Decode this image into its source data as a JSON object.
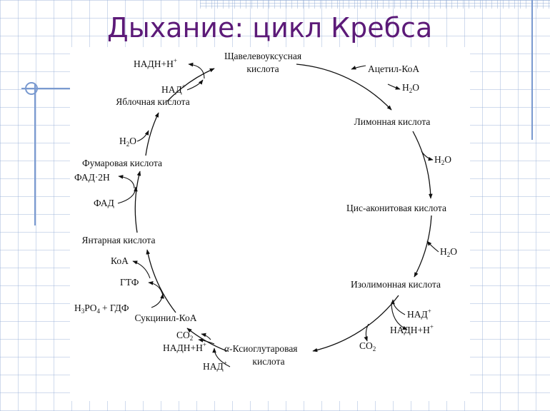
{
  "title": "Дыхание: цикл Кребса",
  "cycle": {
    "intermediates": {
      "oxaloacetate_l1": "Щавелевоуксусная",
      "oxaloacetate_l2": "кислота",
      "citric": "Лимонная кислота",
      "cis_aconitic": "Цис-аконитовая кислота",
      "isocitric": "Изолимонная кислота",
      "ketoglutaric_alpha": "α",
      "ketoglutaric_l1": "-Ксиоглутаровая",
      "ketoglutaric_l2": "кислота",
      "succinyl_coa": "Сукцинил-КоА",
      "succinic": "Янтарная кислота",
      "fumaric": "Фумаровая кислота",
      "malic": "Яблочная кислота"
    },
    "cofactors": {
      "acetyl_coa": "Ацетил-КоА",
      "water": "H",
      "water_sub": "2",
      "water_o": "O",
      "nad": "НАД",
      "nadh": "НАДН+Н",
      "plus": "+",
      "co2": "CO",
      "co2_sub": "2",
      "coa": "КоА",
      "gtp": "ГТФ",
      "h3po4_h": "H",
      "h3po4_sub3": "3",
      "h3po4_po": "PO",
      "h3po4_sub4": "4",
      "gdp": "+ ГДФ",
      "fad": "ФАД",
      "fadh2": "ФАД·2Н"
    }
  }
}
